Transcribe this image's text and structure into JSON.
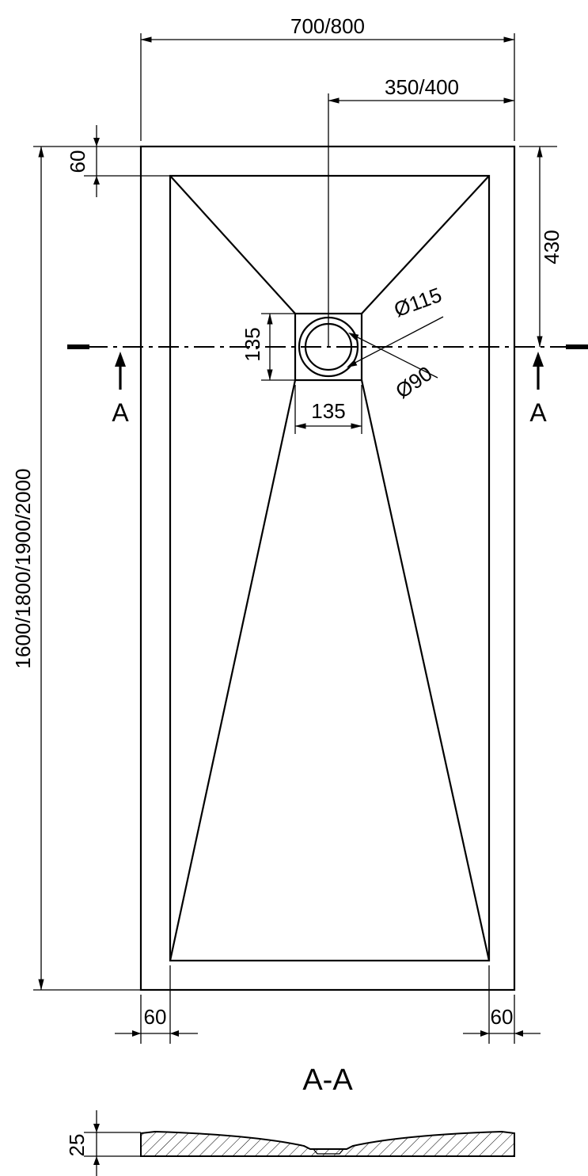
{
  "page": {
    "background": "#ffffff",
    "line_color": "#000000"
  },
  "top_view": {
    "dim_overall_width": "700/800",
    "dim_center_offset": "350/400",
    "dim_rim_top": "60",
    "dim_drain_from_top": "430",
    "dim_drain_square_height": "135",
    "dim_drain_square_width": "135",
    "label_drain_flange_dia": "Ø115",
    "label_drain_hole_dia": "Ø90",
    "dim_overall_length": "1600/1800/1900/2000",
    "dim_rim_bottom_left": "60",
    "dim_rim_bottom_right": "60",
    "section_marker_left": "A",
    "section_marker_right": "A"
  },
  "section_view": {
    "title": "A-A",
    "dim_thickness": "25"
  }
}
